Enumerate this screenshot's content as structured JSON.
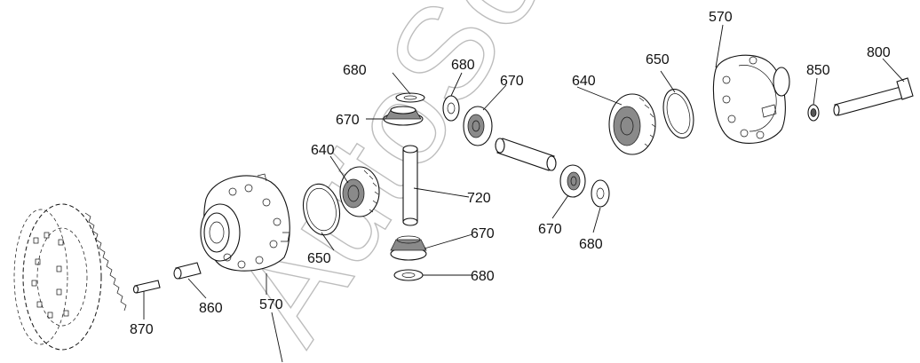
{
  "watermark": "AutoSoft",
  "labels": {
    "l680a": "680",
    "l670a": "670",
    "l680b": "680",
    "l670b": "670",
    "l640a": "640",
    "l650a": "650",
    "l570a": "570",
    "l850": "850",
    "l800": "800",
    "l640b": "640",
    "l720": "720",
    "l670c": "670",
    "l670d": "670",
    "l680c": "680",
    "l680d": "680",
    "l650b": "650",
    "l860": "860",
    "l870": "870",
    "l570b": "570"
  }
}
